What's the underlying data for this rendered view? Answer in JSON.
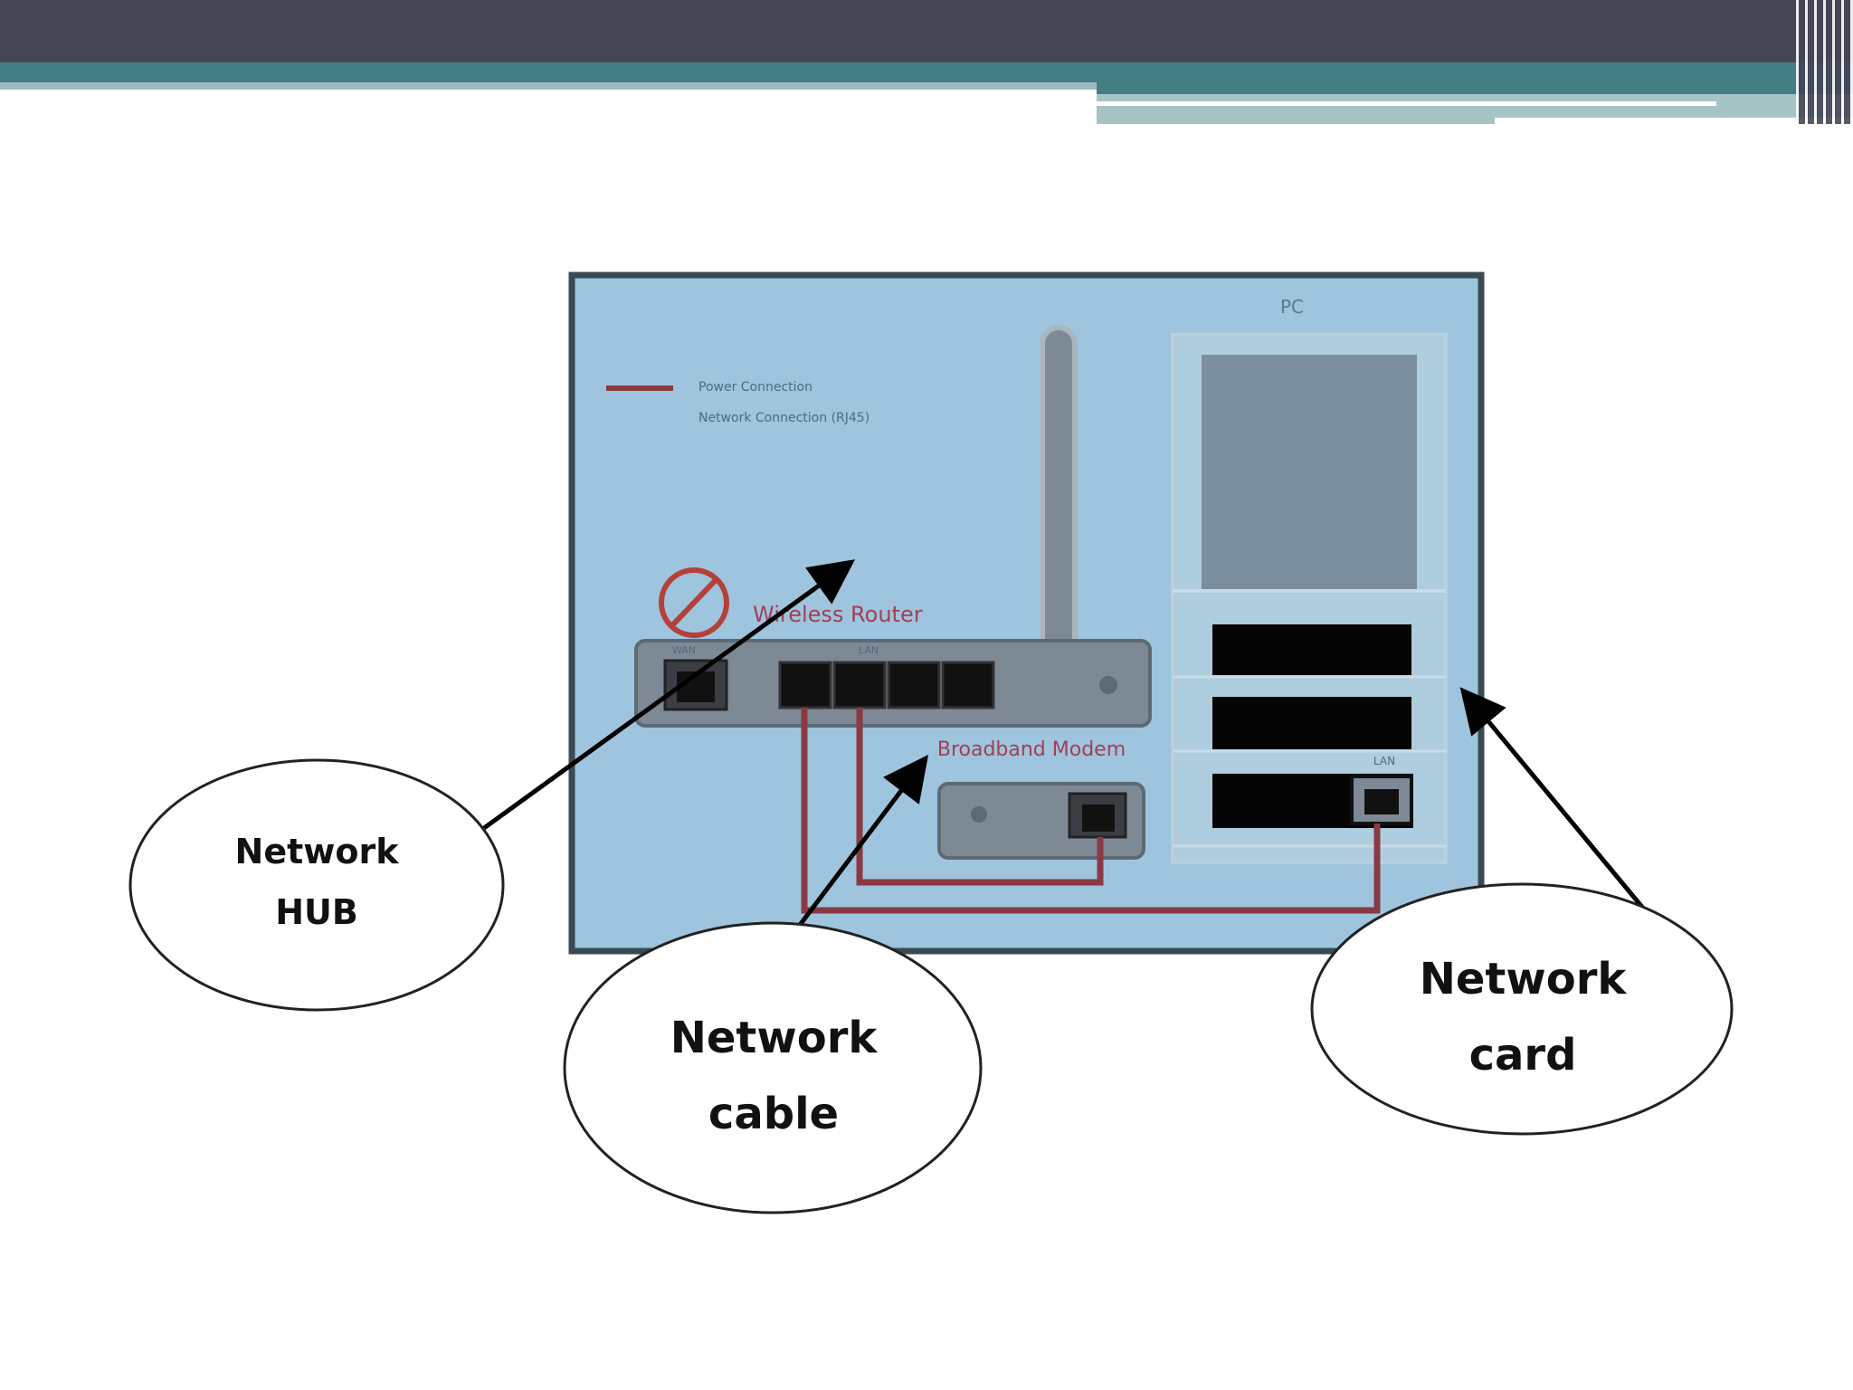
{
  "labels": {
    "hub": [
      "Network",
      "HUB"
    ],
    "cable": [
      "Network",
      "cable"
    ],
    "card": [
      "Network",
      "card"
    ]
  },
  "figure_text": {
    "router": "Wireless Router",
    "modem": "Broadband Modem",
    "pc": "PC",
    "legend_1": "Power Connection",
    "legend_2": "Network Connection (RJ45)",
    "lan": "LAN",
    "wan": "WAN"
  },
  "colors": {
    "panel": "#9fc4de",
    "device": "#7d8a96",
    "cable": "#8a3a44",
    "header": "#454555",
    "teal": "#447d83"
  }
}
